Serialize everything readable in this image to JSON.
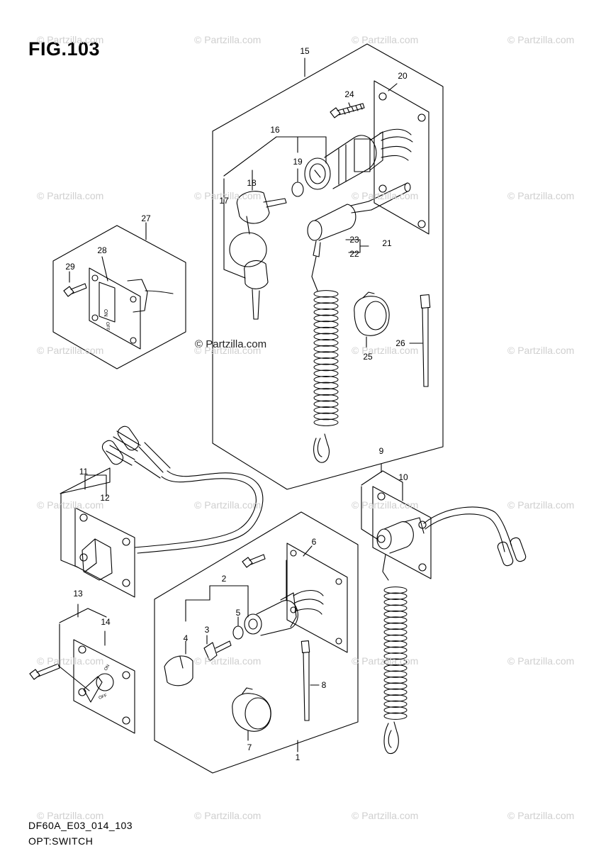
{
  "figure": {
    "title": "FIG.103",
    "code": "DF60A_E03_014_103",
    "name": "OPT:SWITCH"
  },
  "watermark": {
    "text": "© Partzilla.com",
    "center_text": "© Partzilla.com"
  },
  "callouts": [
    "1",
    "2",
    "3",
    "4",
    "5",
    "6",
    "7",
    "8",
    "9",
    "10",
    "11",
    "12",
    "13",
    "14",
    "15",
    "16",
    "17",
    "18",
    "19",
    "20",
    "21",
    "22",
    "23",
    "24",
    "25",
    "26",
    "27",
    "28",
    "29"
  ],
  "switch_labels": {
    "rocker_on": "ON",
    "rocker_off": "OFF",
    "knob_on": "ON",
    "knob_off": "OFF"
  }
}
